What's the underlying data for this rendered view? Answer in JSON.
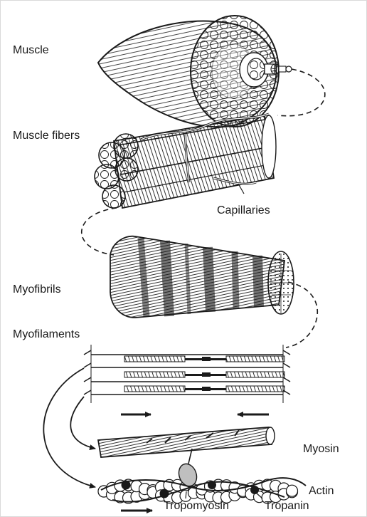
{
  "labels": {
    "muscle": "Muscle",
    "muscle_fibers": "Muscle fibers",
    "capillaries": "Capillaries",
    "myofibrils": "Myofibrils",
    "myofilaments": "Myofilaments",
    "myosin": "Myosin",
    "actin": "Actin",
    "tropomyosin": "Tropomyosin",
    "tropanin": "Tropanin"
  },
  "colors": {
    "ink": "#1a1a1a",
    "frame": "#d9d9d9",
    "fill": "#ffffff"
  }
}
